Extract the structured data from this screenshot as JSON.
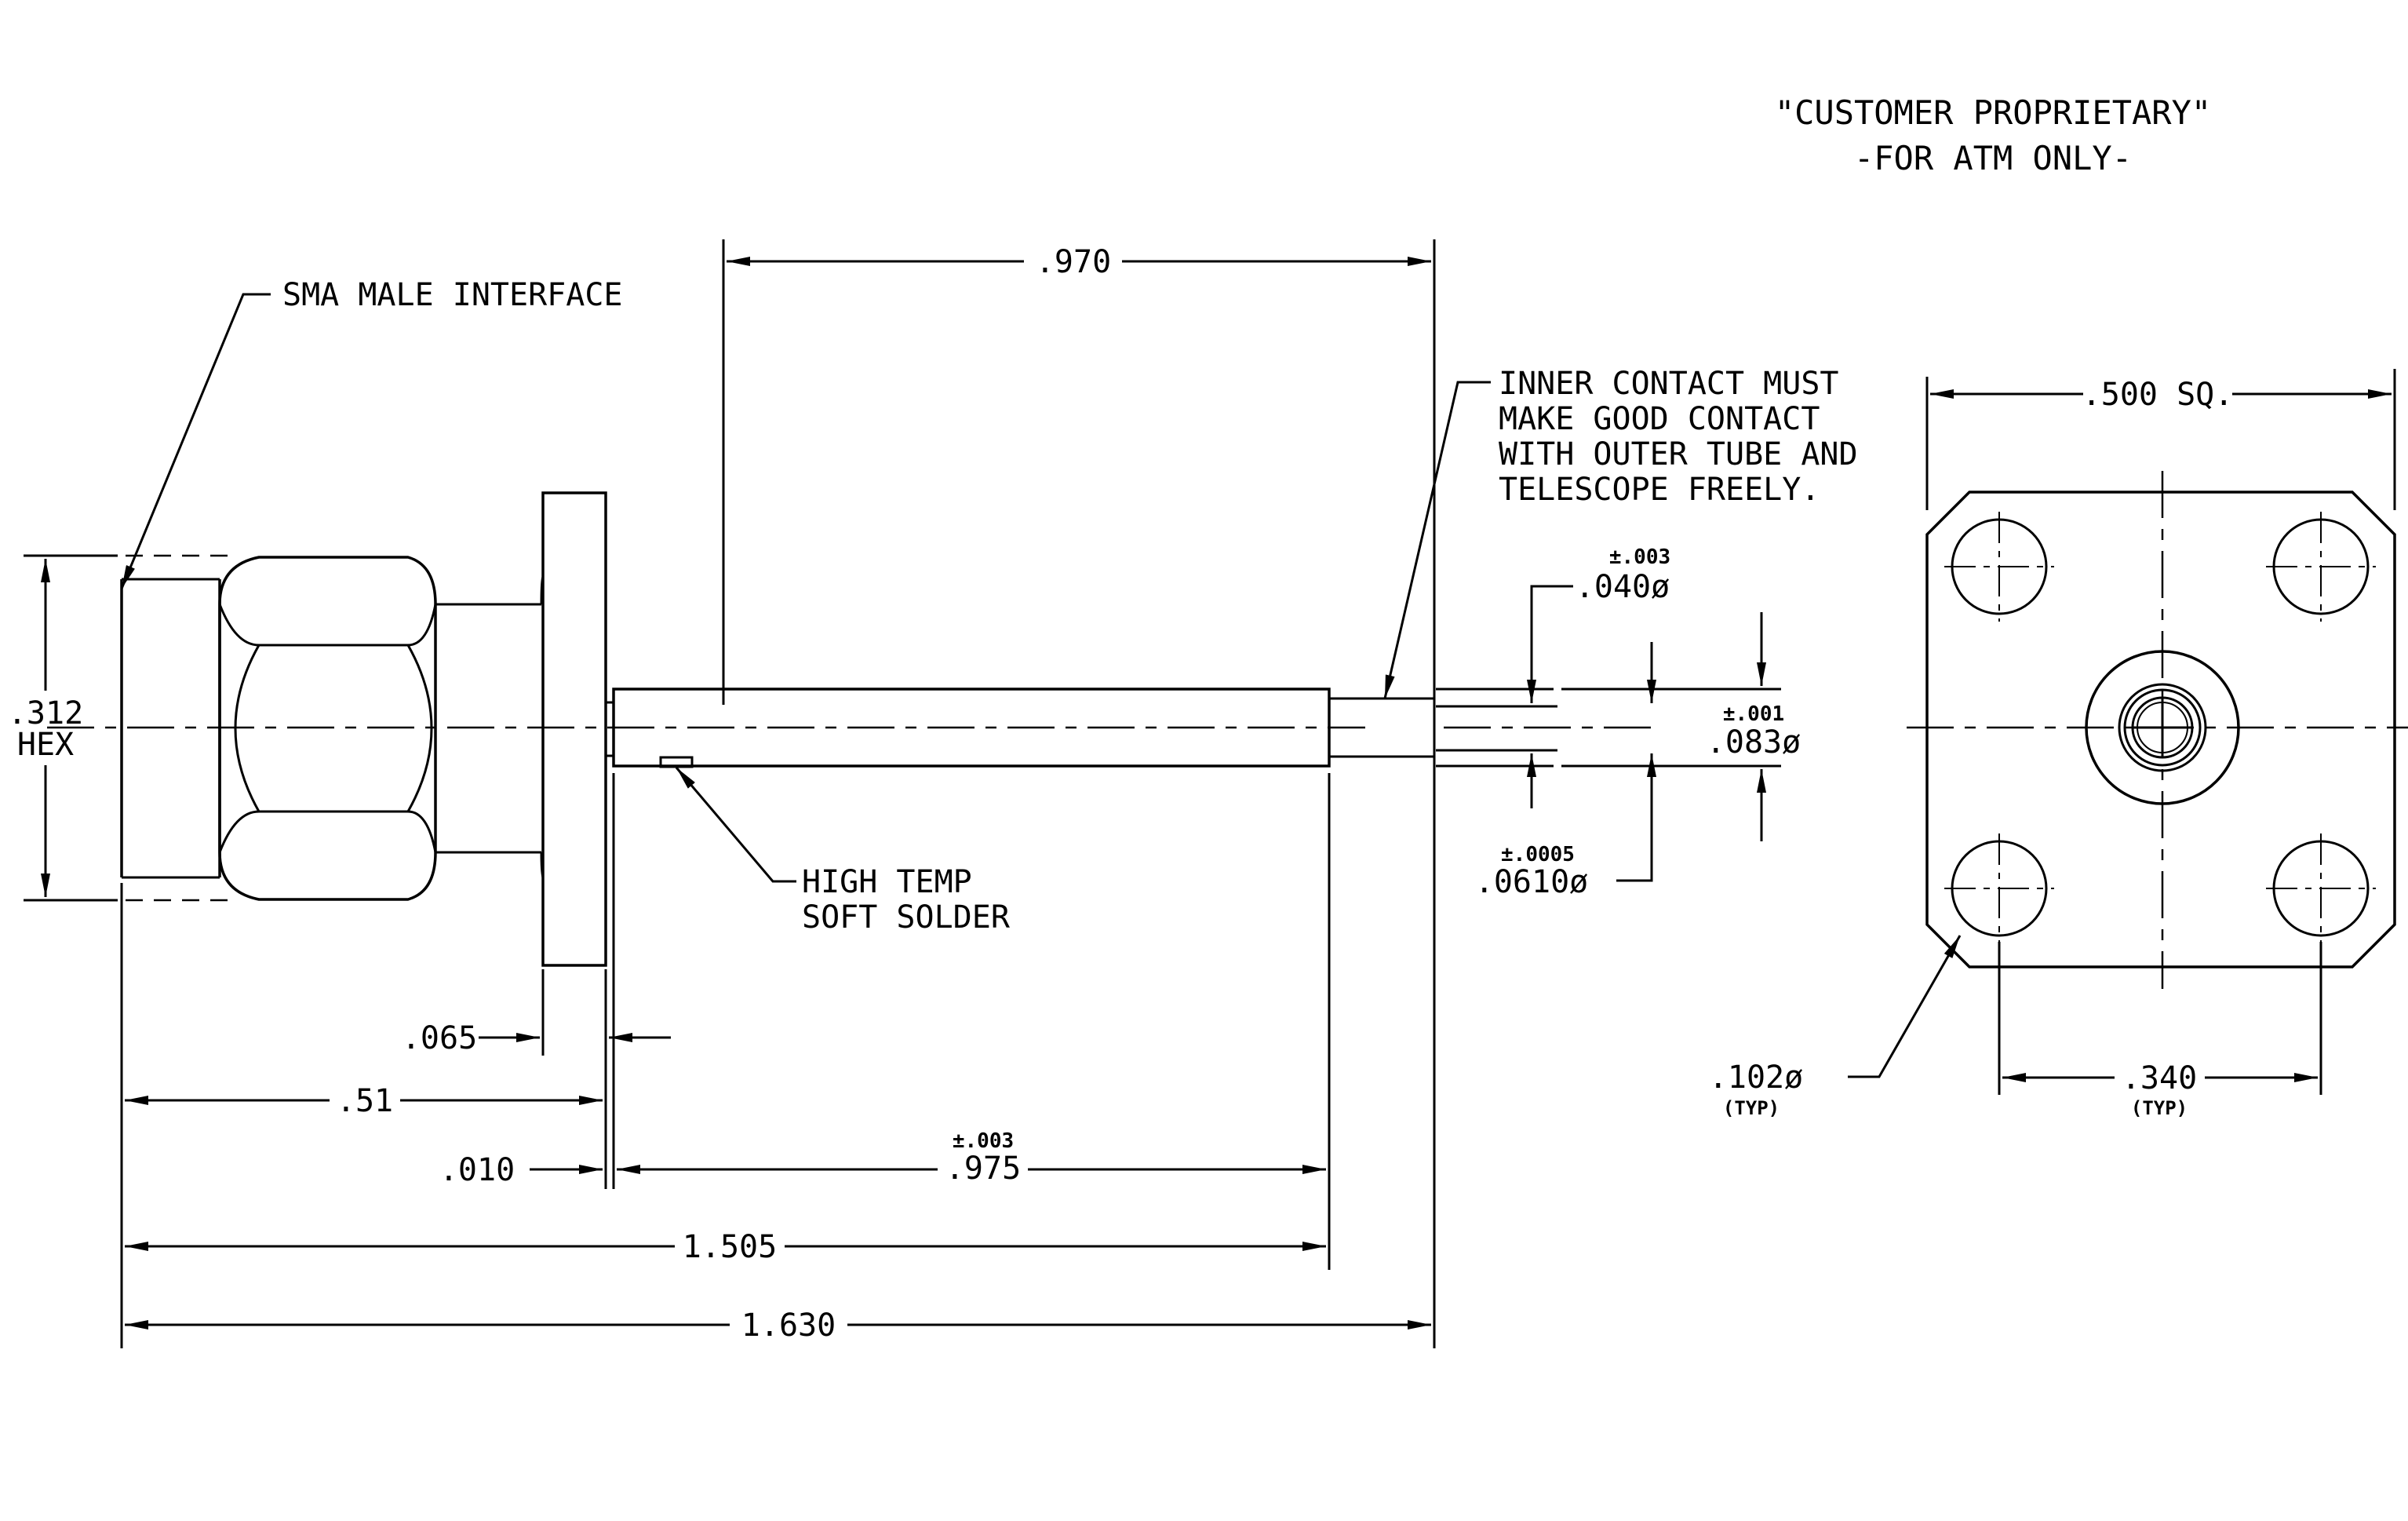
{
  "header": {
    "line1": "\"CUSTOMER PROPRIETARY\"",
    "line2": "-FOR ATM ONLY-"
  },
  "notes": {
    "sma": "SMA MALE INTERFACE",
    "inner_contact": [
      "INNER CONTACT MUST",
      "MAKE GOOD CONTACT",
      "WITH OUTER TUBE AND",
      "TELESCOPE FREELY."
    ],
    "solder": [
      "HIGH TEMP",
      "SOFT SOLDER"
    ]
  },
  "dimensions": {
    "hex": ".312",
    "hex_label": "HEX",
    "d970": ".970",
    "d065": ".065",
    "d51": ".51",
    "d010": ".010",
    "d975": ".975",
    "d975_tol": "±.003",
    "d1505": "1.505",
    "d1630": "1.630",
    "d040": ".040ø",
    "d040_tol": "±.003",
    "d083": ".083ø",
    "d083_tol": "±.001",
    "d0610": ".0610ø",
    "d0610_tol": "±.0005",
    "d500": ".500 SQ.",
    "d102": ".102ø",
    "d102_typ": "(TYP)",
    "d340": ".340",
    "d340_typ": "(TYP)"
  }
}
